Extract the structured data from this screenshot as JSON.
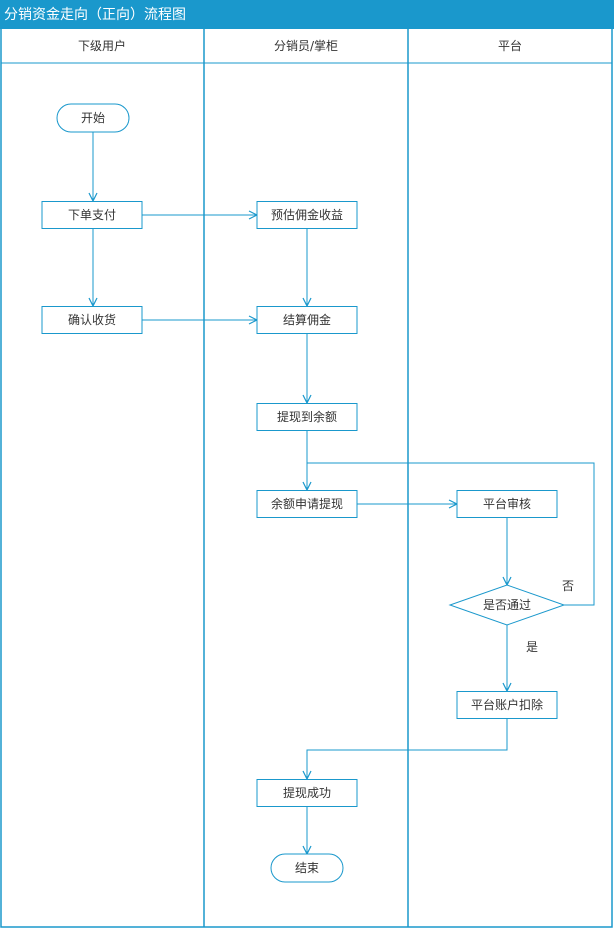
{
  "title": "分销资金走向（正向）流程图",
  "lanes": [
    {
      "id": "user",
      "label": "下级用户"
    },
    {
      "id": "distributor",
      "label": "分销员/掌柜"
    },
    {
      "id": "platform",
      "label": "平台"
    }
  ],
  "nodes": [
    {
      "id": "start",
      "label": "开始",
      "shape": "terminal",
      "lane": "user"
    },
    {
      "id": "order_pay",
      "label": "下单支付",
      "shape": "process",
      "lane": "user"
    },
    {
      "id": "confirm_receipt",
      "label": "确认收货",
      "shape": "process",
      "lane": "user"
    },
    {
      "id": "est_commission",
      "label": "预估佣金收益",
      "shape": "process",
      "lane": "distributor"
    },
    {
      "id": "settle_commission",
      "label": "结算佣金",
      "shape": "process",
      "lane": "distributor"
    },
    {
      "id": "withdraw_balance",
      "label": "提现到余额",
      "shape": "process",
      "lane": "distributor"
    },
    {
      "id": "balance_apply",
      "label": "余额申请提现",
      "shape": "process",
      "lane": "distributor"
    },
    {
      "id": "platform_review",
      "label": "平台审核",
      "shape": "process",
      "lane": "platform"
    },
    {
      "id": "passed",
      "label": "是否通过",
      "shape": "decision",
      "lane": "platform"
    },
    {
      "id": "platform_deduct",
      "label": "平台账户扣除",
      "shape": "process",
      "lane": "platform"
    },
    {
      "id": "withdraw_success",
      "label": "提现成功",
      "shape": "process",
      "lane": "distributor"
    },
    {
      "id": "end",
      "label": "结束",
      "shape": "terminal",
      "lane": "distributor"
    }
  ],
  "edges": [
    {
      "id": "start-order_pay",
      "from": "start",
      "to": "order_pay",
      "label": ""
    },
    {
      "id": "order_pay-confirm_receipt",
      "from": "order_pay",
      "to": "confirm_receipt",
      "label": ""
    },
    {
      "id": "order_pay-est_commission",
      "from": "order_pay",
      "to": "est_commission",
      "label": ""
    },
    {
      "id": "confirm_receipt-settle_commission",
      "from": "confirm_receipt",
      "to": "settle_commission",
      "label": ""
    },
    {
      "id": "est_commission-settle_commission",
      "from": "est_commission",
      "to": "settle_commission",
      "label": ""
    },
    {
      "id": "settle_commission-withdraw_balance",
      "from": "settle_commission",
      "to": "withdraw_balance",
      "label": ""
    },
    {
      "id": "withdraw_balance-balance_apply",
      "from": "withdraw_balance",
      "to": "balance_apply",
      "label": ""
    },
    {
      "id": "balance_apply-platform_review",
      "from": "balance_apply",
      "to": "platform_review",
      "label": ""
    },
    {
      "id": "platform_review-passed",
      "from": "platform_review",
      "to": "passed",
      "label": ""
    },
    {
      "id": "passed-no",
      "from": "passed",
      "to": "balance_apply",
      "label": "否"
    },
    {
      "id": "passed-yes",
      "from": "passed",
      "to": "platform_deduct",
      "label": "是"
    },
    {
      "id": "platform_deduct-withdraw_success",
      "from": "platform_deduct",
      "to": "withdraw_success",
      "label": ""
    },
    {
      "id": "withdraw_success-end",
      "from": "withdraw_success",
      "to": "end",
      "label": ""
    }
  ],
  "colors": {
    "accent": "#1a98cc",
    "title_text": "#ffffff",
    "node_text": "#333333",
    "background": "#ffffff"
  }
}
